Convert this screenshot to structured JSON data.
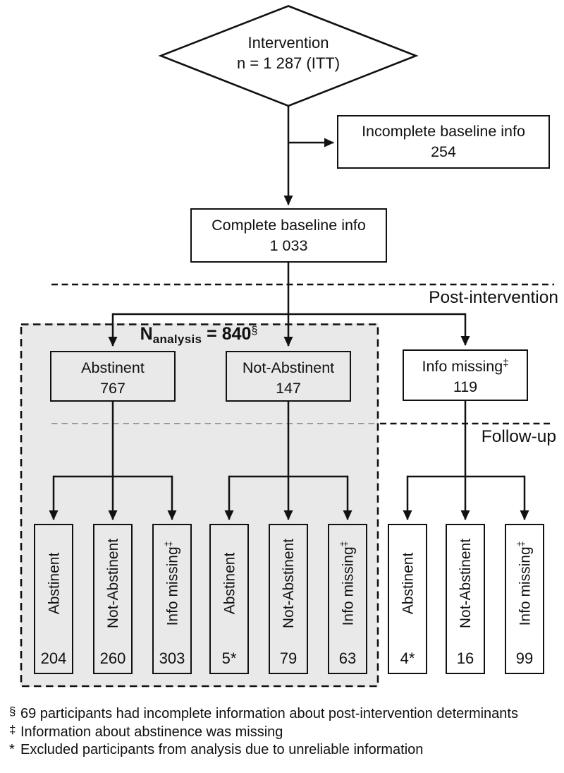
{
  "diamond": {
    "line1": "Intervention",
    "line2": "n = 1 287 (ITT)"
  },
  "boxes": {
    "incomplete": {
      "label": "Incomplete baseline info",
      "value": "254"
    },
    "complete": {
      "label": "Complete baseline info",
      "value": "1 033"
    }
  },
  "sections": {
    "post_intervention": "Post-intervention",
    "follow_up": "Follow-up"
  },
  "analysis_label": {
    "n": "N",
    "sub": "analysis",
    "eq": " = 840",
    "sup": "§"
  },
  "post_boxes": [
    {
      "label": "Abstinent",
      "sup": "",
      "value": "767"
    },
    {
      "label": "Not-Abstinent",
      "sup": "",
      "value": "147"
    },
    {
      "label": "Info missing",
      "sup": "‡",
      "value": "119"
    }
  ],
  "followup_boxes": [
    {
      "label": "Abstinent",
      "sup": "",
      "value": "204"
    },
    {
      "label": "Not-Abstinent",
      "sup": "",
      "value": "260"
    },
    {
      "label": "Info missing",
      "sup": "‡",
      "value": "303"
    },
    {
      "label": "Abstinent",
      "sup": "",
      "value": "5*"
    },
    {
      "label": "Not-Abstinent",
      "sup": "",
      "value": "79"
    },
    {
      "label": "Info missing",
      "sup": "‡",
      "value": "63"
    },
    {
      "label": "Abstinent",
      "sup": "",
      "value": "4*"
    },
    {
      "label": "Not-Abstinent",
      "sup": "",
      "value": "16"
    },
    {
      "label": "Info missing",
      "sup": "‡",
      "value": "99"
    }
  ],
  "footnotes": [
    {
      "marker": "§",
      "text": "69 participants had incomplete information about post-intervention determinants"
    },
    {
      "marker": "‡",
      "text": "Information about abstinence was missing"
    },
    {
      "marker": "*",
      "text": "Excluded participants from analysis due to unreliable information"
    }
  ],
  "colors": {
    "line": "#111111",
    "shade": "#e9e9e9",
    "dash_gray": "#8f8f8f"
  }
}
